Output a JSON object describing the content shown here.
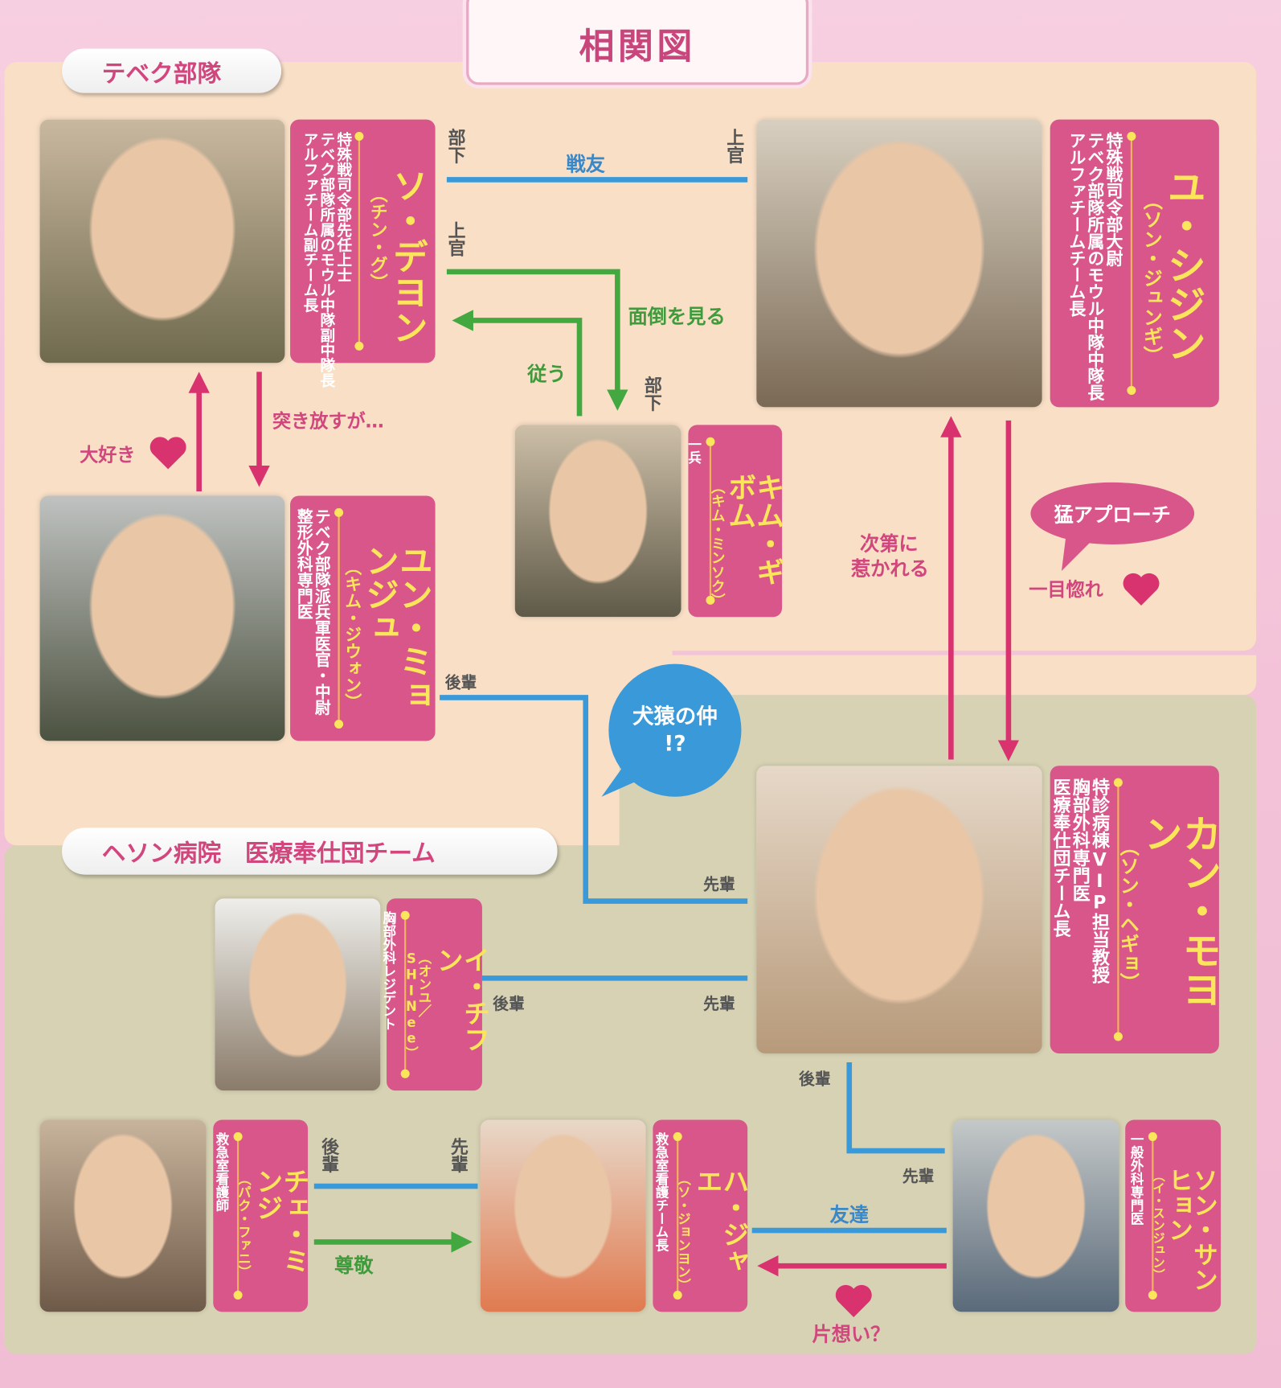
{
  "title": "相関図",
  "groups": {
    "military": "テベク部隊",
    "hospital": "ヘソン病院　医療奉仕団チーム"
  },
  "colors": {
    "card": "#d9568a",
    "name": "#fbe55a",
    "line_blue": "#3a9ad9",
    "line_green": "#43a83f",
    "line_pink": "#d9336f"
  },
  "characters": [
    {
      "name": "ソ・デヨン",
      "actor": "（チン・グ）",
      "desc": [
        "特殊戦司令部先任上士",
        "テベク部隊所属のモウル中隊副中隊長",
        "アルファチーム副チーム長"
      ]
    },
    {
      "name": "ユ・シジン",
      "actor": "（ソン・ジュンギ）",
      "desc": [
        "特殊戦司令部大尉",
        "テベク部隊所属のモウル中隊中隊長",
        "アルファチームチーム長"
      ]
    },
    {
      "name": "キム・ギボム",
      "actor": "（キム・ミンソク）",
      "desc": [
        "一兵"
      ]
    },
    {
      "name": "ユン・ミョンジュ",
      "actor": "（キム・ジウォン）",
      "desc": [
        "テベク部隊派兵軍医官・中尉",
        "整形外科専門医"
      ]
    },
    {
      "name": "カン・モヨン",
      "actor": "（ソン・ヘギョ）",
      "desc": [
        "特診病棟VIP担当教授",
        "胸部外科専門医",
        "医療奉仕団チーム長"
      ]
    },
    {
      "name": "イ・チフン",
      "actor": "（オンユ／SHINee）",
      "desc": [
        "胸部外科レジデント"
      ]
    },
    {
      "name": "チェ・ミンジ",
      "actor": "（パク・ファニ）",
      "desc": [
        "救急室看護師"
      ]
    },
    {
      "name": "ハ・ジャエ",
      "actor": "（ソ・ジョンヨン）",
      "desc": [
        "救急室看護チーム長"
      ]
    },
    {
      "name": "ソン・サンヒョン",
      "actor": "（イ・スンジュン）",
      "desc": [
        "一般外科専門医"
      ]
    }
  ],
  "relations": {
    "buka1": "部下",
    "joukan1": "上官",
    "senyu": "戦友",
    "joukan2": "上官",
    "buka2": "部下",
    "mendou": "面倒を見る",
    "shitagau": "従う",
    "tsukihanasu": "突き放すが…",
    "daisuki": "大好き",
    "shidaini_1": "次第に",
    "shidaini_2": "惹かれる",
    "mou_approach": "猛アプローチ",
    "hitomebore": "一目惚れ",
    "kouhai1": "後輩",
    "senpai1": "先輩",
    "kenen_1": "犬猿の仲",
    "kenen_2": "!?",
    "kouhai2": "後輩",
    "senpai2": "先輩",
    "kouhai3": "後輩",
    "senpai3": "先輩",
    "kouhai4": "後輩",
    "senpai4": "先輩",
    "sonkei": "尊敬",
    "tomodachi": "友達",
    "kataomoi": "片想い？"
  }
}
